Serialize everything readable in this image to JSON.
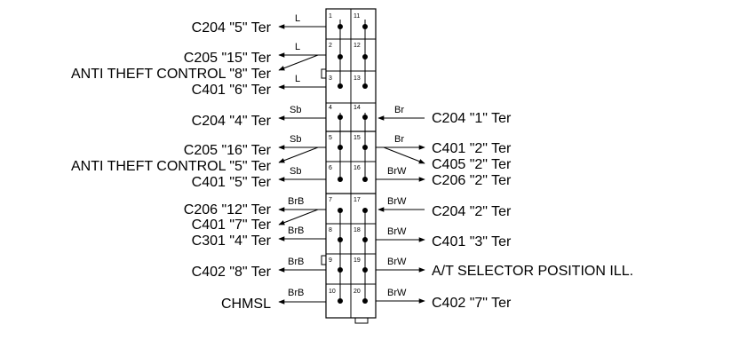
{
  "left_terminals": [
    {
      "text": "C204 \"5\" Ter",
      "wire": "L",
      "pin": "1"
    },
    {
      "text": "C205 \"15\" Ter",
      "wire": "L",
      "pin": "2"
    },
    {
      "text": "ANTI THEFT CONTROL \"8\" Ter",
      "wire": "",
      "pin": ""
    },
    {
      "text": "C401 \"6\" Ter",
      "wire": "L",
      "pin": "3"
    },
    {
      "text": "C204 \"4\" Ter",
      "wire": "Sb",
      "pin": "4"
    },
    {
      "text": "C205 \"16\" Ter",
      "wire": "Sb",
      "pin": "5"
    },
    {
      "text": "ANTI THEFT CONTROL \"5\" Ter",
      "wire": "",
      "pin": ""
    },
    {
      "text": "C401 \"5\" Ter",
      "wire": "Sb",
      "pin": "6"
    },
    {
      "text": "C206 \"12\" Ter",
      "wire": "BrB",
      "pin": "7"
    },
    {
      "text": "C401 \"7\" Ter",
      "wire": "",
      "pin": ""
    },
    {
      "text": "C301 \"4\" Ter",
      "wire": "BrB",
      "pin": "8"
    },
    {
      "text": "C402 \"8\" Ter",
      "wire": "BrB",
      "pin": "9"
    },
    {
      "text": "CHMSL",
      "wire": "BrB",
      "pin": "10"
    }
  ],
  "right_terminals": [
    {
      "text": "C204 \"1\" Ter",
      "wire": "Br",
      "pin": "14"
    },
    {
      "text": "C401 \"2\" Ter",
      "wire": "Br",
      "pin": "15"
    },
    {
      "text": "C405 \"2\" Ter",
      "wire": "",
      "pin": ""
    },
    {
      "text": "C206 \"2\" Ter",
      "wire": "BrW",
      "pin": "16"
    },
    {
      "text": "C204 \"2\" Ter",
      "wire": "BrW",
      "pin": "17"
    },
    {
      "text": "C401 \"3\" Ter",
      "wire": "BrW",
      "pin": "18"
    },
    {
      "text": "A/T SELECTOR POSITION ILL.",
      "wire": "BrW",
      "pin": "19"
    },
    {
      "text": "C402 \"7\" Ter",
      "wire": "BrW",
      "pin": "20"
    }
  ],
  "top_right_pins": [
    "11",
    "12",
    "13"
  ]
}
